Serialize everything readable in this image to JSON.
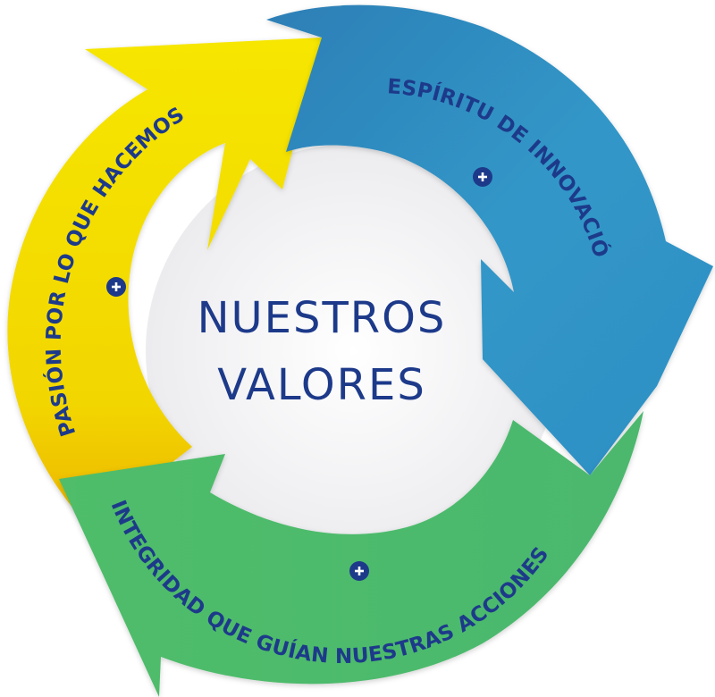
{
  "diagram": {
    "center": {
      "line1": "NUESTROS",
      "line2": "VALORES"
    },
    "values": [
      {
        "label": "ESPÍRITU DE INNOVACIÓN",
        "icon": "plus-icon"
      },
      {
        "label": "INTEGRIDAD QUE GUÍAN NUESTRAS ACCIONES",
        "icon": "plus-icon"
      },
      {
        "label": "PASIÓN POR LO QUE HACEMOS",
        "icon": "plus-icon"
      }
    ],
    "colors": {
      "blue": "#2f90c2",
      "green": "#4cbb6b",
      "yellow": "#f2dc00",
      "text": "#1d3a8a",
      "center_fill": "#f1f1f3"
    }
  }
}
